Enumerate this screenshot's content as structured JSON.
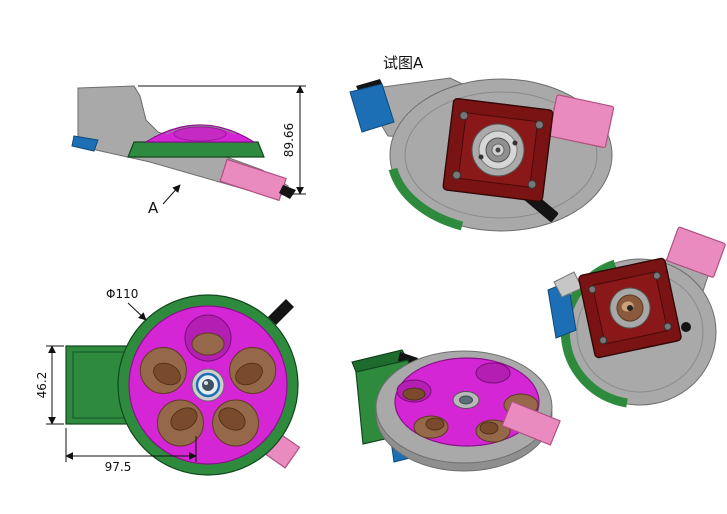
{
  "labels": {
    "view_a": "试图A",
    "section_arrow": "A"
  },
  "dimensions": {
    "overall_height": "89.66",
    "disc_diameter": "Φ110",
    "body_height": "46.2",
    "body_width": "97.5"
  },
  "colors": {
    "body_gray": "#a9a9a9",
    "green": "#2e8b3d",
    "magenta": "#d426d4",
    "brown": "#96684a",
    "dark_red": "#7a1414",
    "pink": "#e98bbf",
    "blue": "#1d6fb5",
    "black": "#141414"
  }
}
